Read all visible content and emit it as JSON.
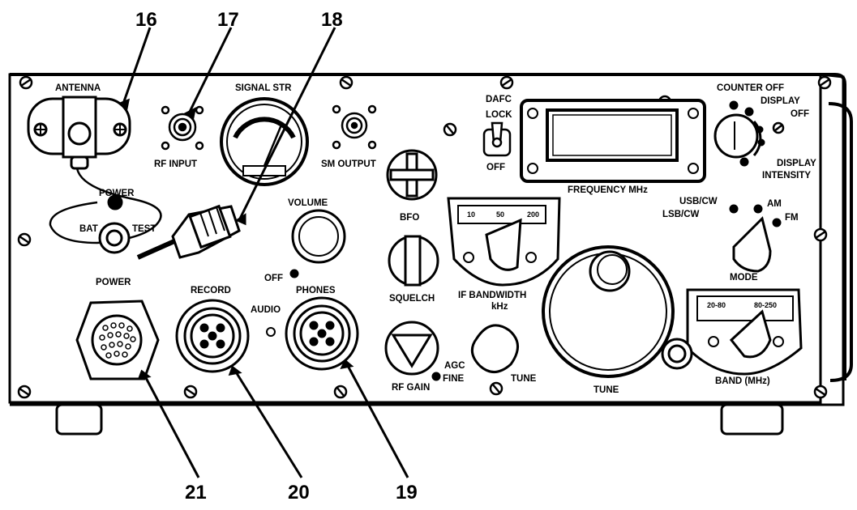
{
  "callouts": {
    "c16": "16",
    "c17": "17",
    "c18": "18",
    "c19": "19",
    "c20": "20",
    "c21": "21"
  },
  "labels": {
    "antenna": "ANTENNA",
    "rf_input": "RF INPUT",
    "signal_str": "SIGNAL STR",
    "sm_output": "SM OUTPUT",
    "dafc": "DAFC",
    "lock": "LOCK",
    "off_dafc": "OFF",
    "frequency": "FREQUENCY MHz",
    "counter_off": "COUNTER OFF",
    "display": "DISPLAY",
    "display_off": "OFF",
    "display2": "DISPLAY",
    "intensity": "INTENSITY",
    "power_sw": "POWER",
    "bat": "BAT",
    "test": "TEST",
    "bfo": "BFO",
    "volume": "VOLUME",
    "if_bandwidth": "IF BANDWIDTH",
    "khz": "kHz",
    "usb_cw": "USB/CW",
    "lsb_cw": "LSB/CW",
    "am": "AM",
    "fm": "FM",
    "mode": "MODE",
    "power_conn": "POWER",
    "record": "RECORD",
    "off_vol": "OFF",
    "phones": "PHONES",
    "audio": "AUDIO",
    "squelch": "SQUELCH",
    "rf_gain": "RF GAIN",
    "agc": "AGC",
    "fine": "FINE",
    "tune_small": "TUNE",
    "tune_big": "TUNE",
    "band": "BAND (MHz)",
    "band_20_80": "20-80",
    "band_80_250": "80-250",
    "bw_10": "10",
    "bw_50": "50",
    "bw_200": "200"
  }
}
